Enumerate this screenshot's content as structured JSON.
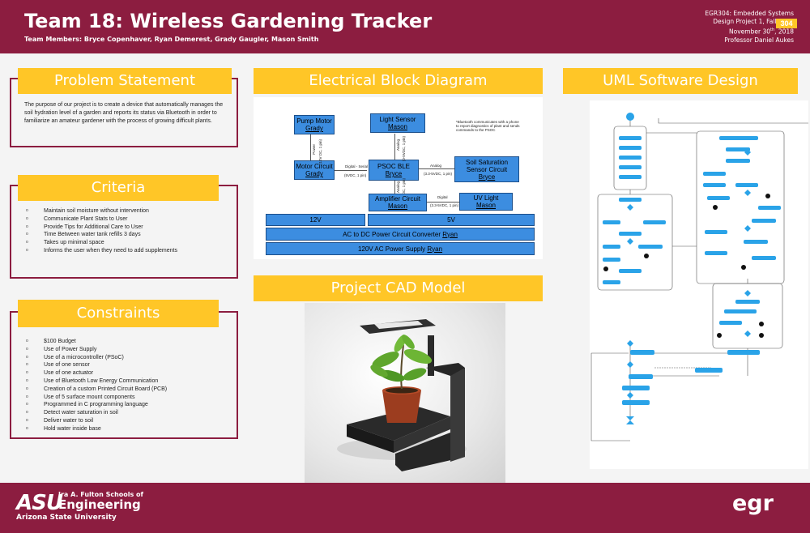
{
  "header": {
    "title": "Team 18: Wireless Gardening Tracker",
    "members": "Team Members: Bryce Copenhaver, Ryan Demerest, Grady Gaugler, Mason Smith",
    "course_lines": [
      "EGR304: Embedded Systems",
      "Design Project 1, Fall 2018",
      "November 30",
      "th",
      ", 2018",
      "Professor Daniel Aukes"
    ]
  },
  "problem": {
    "heading": "Problem Statement",
    "text": "The purpose of our project is to create a device that automatically manages the soil hydration level of a garden and reports its status via Bluetooth in order to familiarize an amateur gardener with the process of growing difficult plants."
  },
  "criteria": {
    "heading": "Criteria",
    "items": [
      "Maintain soil moisture without intervention",
      "Communicate Plant Stats to User",
      "Provide Tips for Additional Care to User",
      "Time Between water tank refills 3 days",
      "Takes up minimal space",
      "Informs the user when they need to add supplements"
    ]
  },
  "constraints": {
    "heading": "Constraints",
    "items": [
      "$100 Budget",
      "Use of Power Supply",
      "Use of a microcontroller (PSoC)",
      "Use of one sensor",
      "Use of one actuator",
      "Use of Bluetooth Low Energy Communication",
      "Creation of a custom Printed Circuit Board (PCB)",
      "Use of 5 surface mount components",
      "Programmed in C programming language",
      "Detect water saturation in soil",
      "Deliver water to soil",
      "Hold water inside base"
    ]
  },
  "electrical": {
    "heading": "Electrical Block Diagram",
    "blocks": {
      "pump": [
        "Pump Motor",
        "Grady"
      ],
      "light": [
        "Light Sensor",
        "Mason"
      ],
      "motor": [
        "Motor Circuit",
        "Grady"
      ],
      "psoc": [
        "PSOC BLE",
        "Bryce"
      ],
      "soil": [
        "Soil Saturation Sensor Circuit",
        "Bryce"
      ],
      "amp": [
        "Amplifier Circuit",
        "Mason"
      ],
      "uv": [
        "UV Light",
        "Mason"
      ],
      "v12": "12V",
      "v5": "5V",
      "acdc_text": "AC to DC Power Circuit Converter",
      "acdc_who": "Ryan",
      "ac120_text": "120V AC Power Supply",
      "ac120_who": "Ryan"
    },
    "labels": {
      "bt_note": "*Bluetooth communicates with a phone to report diagnostics of plant and sends commands to the PSOC",
      "power": "Power",
      "power_v": "(12V DC, 1 pin)",
      "digital_serial": "Digital - Serial",
      "digital_serial_v": "(5VDC, 1 pin)",
      "analog_up": "Analog",
      "analog_up_v": "(0-5VDC, 1 pin)",
      "analog_right": "Analog",
      "analog_right_v": "(3.3-5VDC, 1 pin)",
      "analog_down": "Analog",
      "analog_down_v": "(0-5VDC, 1 pin)",
      "digital": "Digital",
      "digital_v": "(3.3-5VDC, 1 pin)"
    }
  },
  "cad": {
    "heading": "Project CAD Model"
  },
  "uml": {
    "heading": "UML Software Design"
  },
  "footer": {
    "asu": "ASU",
    "school": "Ira A. Fulton Schools of",
    "eng": "Engineering",
    "univ": "Arizona State University",
    "egr": "egr",
    "egr_num": "304"
  },
  "colors": {
    "maroon": "#8c1d40",
    "gold": "#ffc627",
    "block_blue": "#3c8de0",
    "uml_blue": "#2aa3e8"
  }
}
